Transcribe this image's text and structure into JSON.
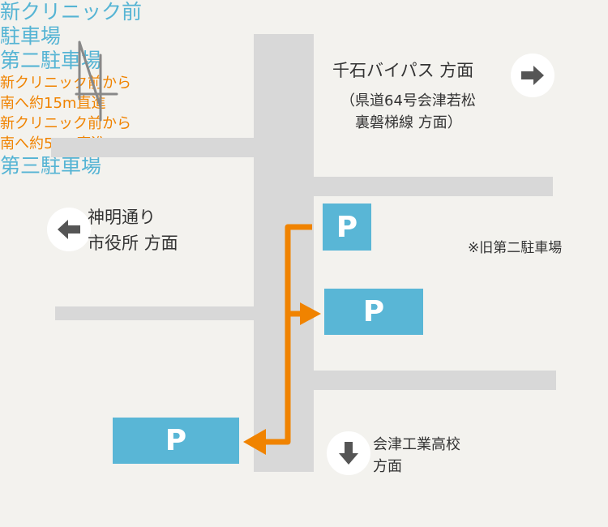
{
  "north_mark": "N",
  "directions": {
    "senseki_line1": "千石バイパス 方面",
    "senseki_line2": "（県道64号会津若松",
    "senseki_line3": "裏磐梯線 方面）",
    "shinmei_line1": "神明通り",
    "shinmei_line2": "市役所 方面",
    "school_line1": "会津工業高校",
    "school_line2": "方面"
  },
  "parking": {
    "p_symbol": "P",
    "clinic_front_line1": "新クリニック前",
    "clinic_front_line2": "駐車場",
    "clinic_front_note": "※旧第二駐車場",
    "second": "第二駐車場",
    "third": "第三駐車場"
  },
  "routes": {
    "third_line1": "新クリニック前から",
    "third_line2": "南へ約50m直進",
    "second_line1": "新クリニック前から",
    "second_line2": "南へ約15m直進"
  },
  "icons": {
    "right": "arrow-right-icon",
    "left": "arrow-left-icon",
    "down": "arrow-down-icon",
    "north": "north-arrow-icon"
  },
  "colors": {
    "road": "#d8d8d8",
    "parking": "#59b6d6",
    "route": "#f08300",
    "background": "#f3f2ee",
    "text": "#333333"
  }
}
